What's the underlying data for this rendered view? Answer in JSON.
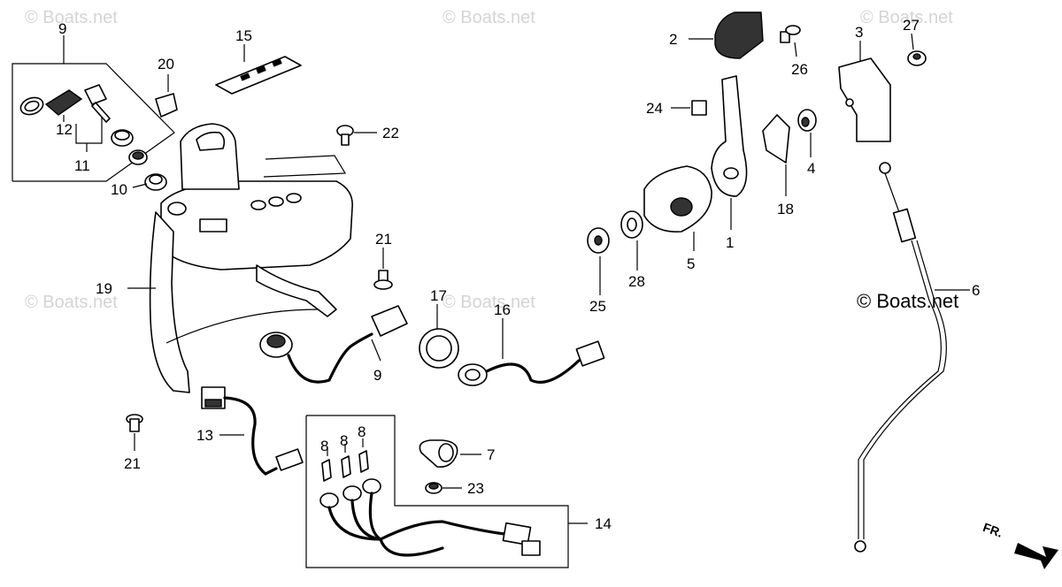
{
  "watermarks": {
    "wm1": "© Boats.net",
    "wm2": "© Boats.net",
    "wm3": "© Boats.net",
    "wm4": "© Boats.net",
    "wm5": "© Boats.net",
    "wm_main": "© Boats.net"
  },
  "direction_marker": "FR.",
  "callouts": {
    "c1": "1",
    "c2": "2",
    "c3": "3",
    "c4": "4",
    "c5": "5",
    "c6": "6",
    "c7": "7",
    "c8a": "8",
    "c8b": "8",
    "c8c": "8",
    "c9a": "9",
    "c9b": "9",
    "c10": "10",
    "c11": "11",
    "c12": "12",
    "c13": "13",
    "c14": "14",
    "c15": "15",
    "c16": "16",
    "c17": "17",
    "c18": "18",
    "c19": "19",
    "c20": "20",
    "c21a": "21",
    "c21b": "21",
    "c22": "22",
    "c23": "23",
    "c24": "24",
    "c25": "25",
    "c26": "26",
    "c27": "27",
    "c28": "28"
  },
  "colors": {
    "ink": "#000000",
    "watermark": "#d4d4d4",
    "paper": "#ffffff"
  }
}
